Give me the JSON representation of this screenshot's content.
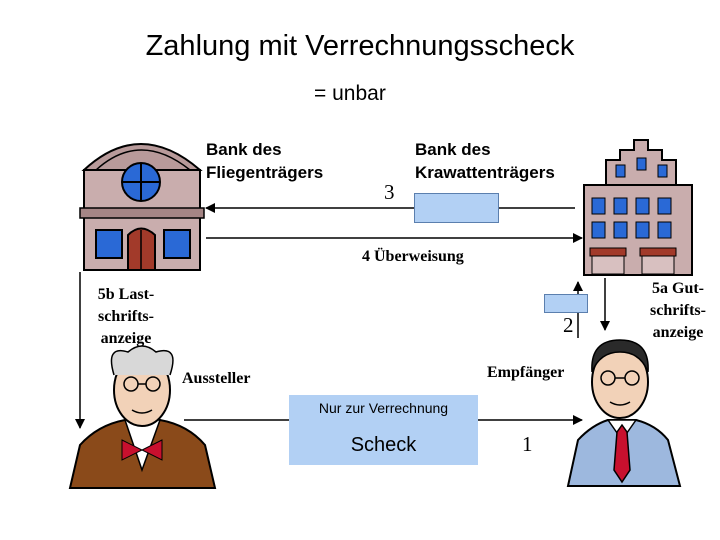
{
  "title": "Zahlung mit Verrechnungsscheck",
  "subtitle": "= unbar",
  "bank_left": {
    "line1": "Bank des",
    "line2": "Fliegenträgers"
  },
  "bank_right": {
    "line1": "Bank des",
    "line2": "Krawattenträgers"
  },
  "steps": {
    "s1": "1",
    "s2": "2",
    "s3": "3",
    "s4": "4 Überweisung",
    "s5a": {
      "line1": "5a Gut-",
      "line2": "schrifts-",
      "line3": "anzeige"
    },
    "s5b": {
      "line1": "5b Last-",
      "line2": "schrifts-",
      "line3": "anzeige"
    }
  },
  "persons": {
    "issuer": "Aussteller",
    "recipient": "Empfänger"
  },
  "check": {
    "note": "Nur zur Verrechnung",
    "title": "Scheck"
  },
  "colors": {
    "check_blue": "#b2d0f4",
    "bank_wall": "#b89a9a",
    "window_blue": "#2a69d6",
    "roof_red": "#a23a2a"
  }
}
